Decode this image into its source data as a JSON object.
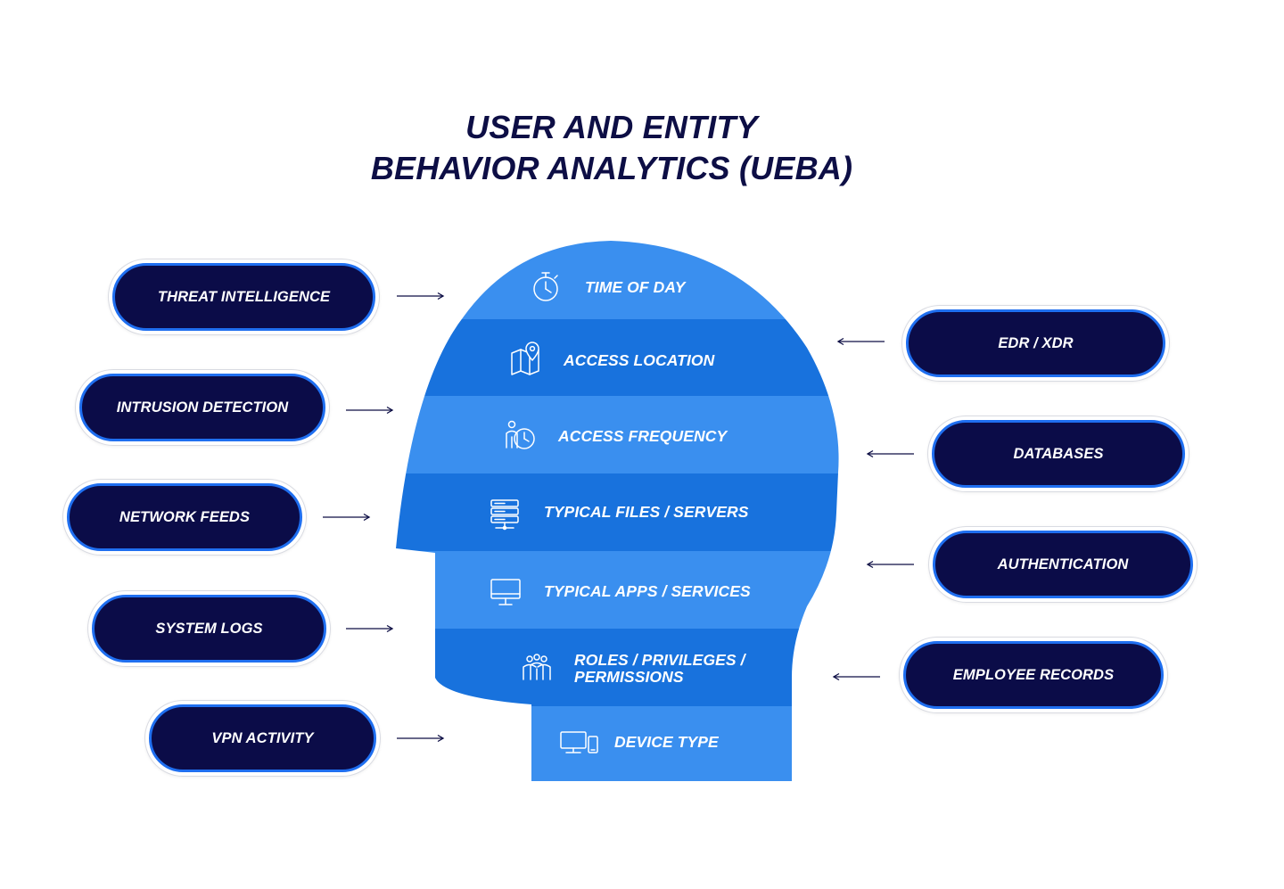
{
  "title": {
    "line1": "USER AND ENTITY",
    "line2": "BEHAVIOR ANALYTICS (UEBA)"
  },
  "colors": {
    "navy": "#0b0c48",
    "pill_border": "#1f6ff0",
    "band_light": "#3a8fef",
    "band_dark": "#1872dd",
    "arrow": "#0d0e45"
  },
  "head_bands": [
    {
      "label": "TIME OF DAY",
      "icon": "stopwatch-icon"
    },
    {
      "label": "ACCESS LOCATION",
      "icon": "map-pin-icon"
    },
    {
      "label": "ACCESS FREQUENCY",
      "icon": "person-clock-icon"
    },
    {
      "label": "TYPICAL FILES / SERVERS",
      "icon": "server-icon"
    },
    {
      "label": "TYPICAL APPS / SERVICES",
      "icon": "monitor-icon"
    },
    {
      "label_line1": "ROLES / PRIVILEGES /",
      "label_line2": "PERMISSIONS",
      "icon": "team-icon"
    },
    {
      "label": "DEVICE TYPE",
      "icon": "devices-icon"
    }
  ],
  "left_sources": [
    {
      "label": "THREAT INTELLIGENCE"
    },
    {
      "label": "INTRUSION DETECTION"
    },
    {
      "label": "NETWORK FEEDS"
    },
    {
      "label": "SYSTEM LOGS"
    },
    {
      "label": "VPN ACTIVITY"
    }
  ],
  "right_sources": [
    {
      "label": "EDR / XDR"
    },
    {
      "label": "DATABASES"
    },
    {
      "label": "AUTHENTICATION"
    },
    {
      "label": "EMPLOYEE RECORDS"
    }
  ]
}
